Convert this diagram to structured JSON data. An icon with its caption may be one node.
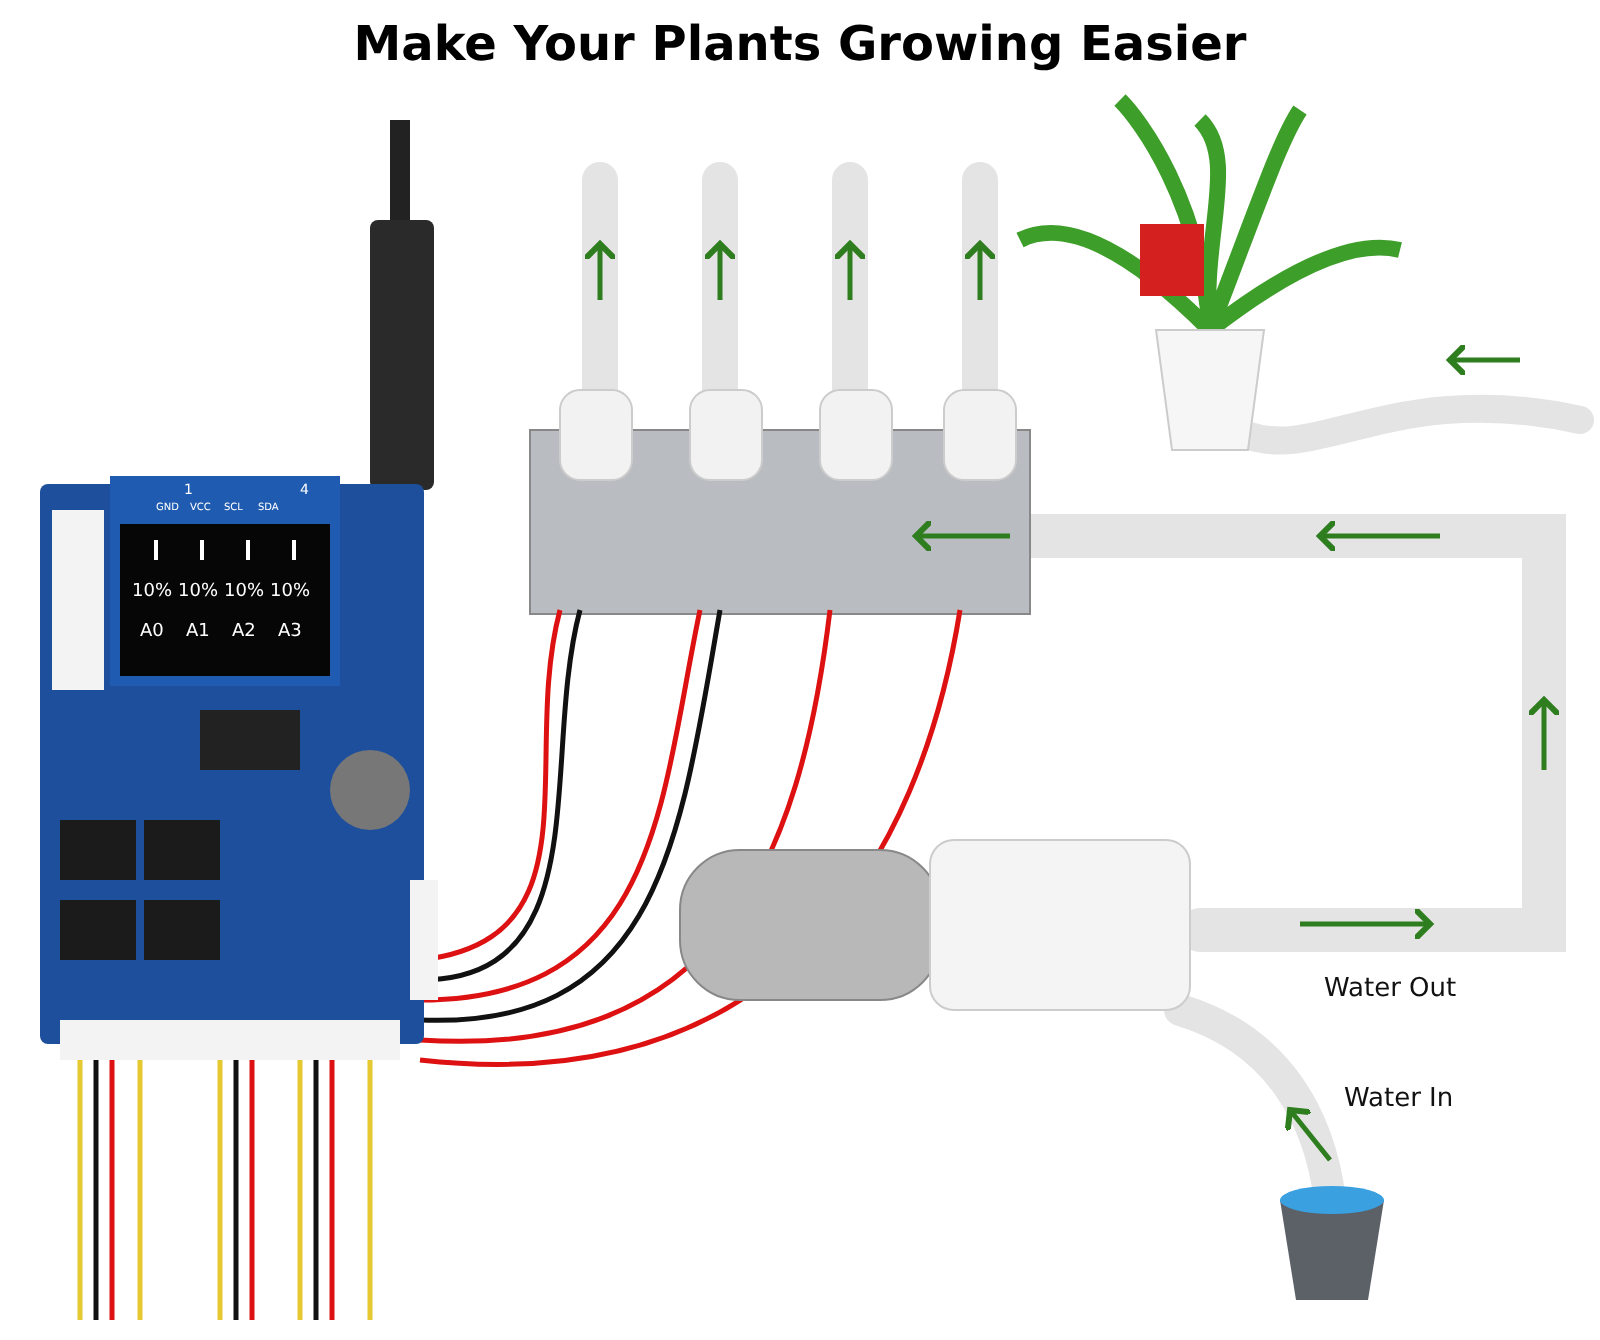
{
  "diagram": {
    "title": "Make Your Plants Growing Easier",
    "labels": [
      "1",
      "4",
      "GND",
      "VCC",
      "SCL",
      "SDA",
      "10%",
      "10%",
      "10%",
      "10%",
      "A0",
      "A1",
      "A2",
      "A3",
      "Water Out",
      "Water In"
    ]
  }
}
